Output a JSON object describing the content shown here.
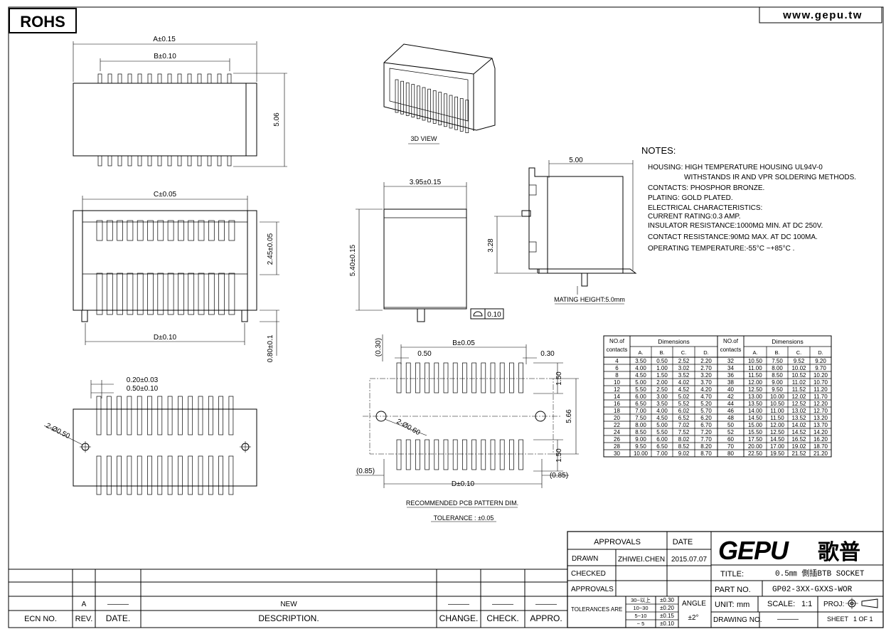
{
  "header": {
    "rohs": "ROHS",
    "website": "www.gepu.tw"
  },
  "drawing": {
    "top_view": {
      "dim_a": "A±0.15",
      "dim_b": "B±0.10",
      "dim_h": "5.06"
    },
    "view_3d_label": "3D VIEW",
    "front_view": {
      "dim_c": "C±0.05",
      "dim_d": "D±0.10",
      "dim_245": "2.45±0.05",
      "dim_080": "0.80±0.1"
    },
    "bottom_view": {
      "dim_020": "0.20±0.03",
      "dim_050": "0.50±0.10",
      "hole": "2-Ø0.50"
    },
    "side_view": {
      "dim_395": "3.95±0.15",
      "dim_540": "5.40±0.15",
      "flatness": "0.10"
    },
    "right_view": {
      "dim_500": "5.00",
      "dim_328": "3.28",
      "mating": "MATING HEIGHT:5.0mm"
    },
    "pcb": {
      "dim_b": "B±0.05",
      "dim_d": "D±0.10",
      "p030a": "(0.30)",
      "p050": "0.50",
      "p030b": "0.30",
      "p150a": "1.50",
      "p566": "5.66",
      "p150b": "1.50",
      "p085a": "(0.85)",
      "p085b": "(0.85)",
      "hole": "2-Ø0.60",
      "title": "RECOMMENDED PCB PATTERN DIM.",
      "tolerance": "TOLERANCE : ±0.05"
    }
  },
  "notes": {
    "title": "NOTES:",
    "lines": [
      "HOUSING: HIGH TEMPERATURE HOUSING UL94V-0",
      "WITHSTANDS IR AND VPR SOLDERING METHODS.",
      "CONTACTS: PHOSPHOR BRONZE.",
      "PLATING: GOLD PLATED.",
      "ELECTRICAL CHARACTERISTICS:",
      "CURRENT RATING:0.3 AMP.",
      "INSULATOR RESISTANCE:1000MΩ MIN. AT DC 250V.",
      "CONTACT RESISTANCE:90MΩ MAX. AT DC 100MA.",
      "OPERATING TEMPERATURE:-55°C ~+85°C ."
    ]
  },
  "dims_table": {
    "h_contacts": "NO.of contacts",
    "h_dimensions": "Dimensions",
    "cols": [
      "A.",
      "B.",
      "C.",
      "D."
    ],
    "left": [
      [
        "4",
        "3.50",
        "0.50",
        "2.52",
        "2.20"
      ],
      [
        "6",
        "4.00",
        "1.00",
        "3.02",
        "2.70"
      ],
      [
        "8",
        "4.50",
        "1.50",
        "3.52",
        "3.20"
      ],
      [
        "10",
        "5.00",
        "2.00",
        "4.02",
        "3.70"
      ],
      [
        "12",
        "5.50",
        "2.50",
        "4.52",
        "4.20"
      ],
      [
        "14",
        "6.00",
        "3.00",
        "5.02",
        "4.70"
      ],
      [
        "16",
        "6.50",
        "3.50",
        "5.52",
        "5.20"
      ],
      [
        "18",
        "7.00",
        "4.00",
        "6.02",
        "5.70"
      ],
      [
        "20",
        "7.50",
        "4.50",
        "6.52",
        "6.20"
      ],
      [
        "22",
        "8.00",
        "5.00",
        "7.02",
        "6.70"
      ],
      [
        "24",
        "8.50",
        "5.50",
        "7.52",
        "7.20"
      ],
      [
        "26",
        "9.00",
        "6.00",
        "8.02",
        "7.70"
      ],
      [
        "28",
        "9.50",
        "6.50",
        "8.52",
        "8.20"
      ],
      [
        "30",
        "10.00",
        "7.00",
        "9.02",
        "8.70"
      ]
    ],
    "right": [
      [
        "32",
        "10.50",
        "7.50",
        "9.52",
        "9.20"
      ],
      [
        "34",
        "11.00",
        "8.00",
        "10.02",
        "9.70"
      ],
      [
        "36",
        "11.50",
        "8.50",
        "10.52",
        "10.20"
      ],
      [
        "38",
        "12.00",
        "9.00",
        "11.02",
        "10.70"
      ],
      [
        "40",
        "12.50",
        "9.50",
        "11.52",
        "11.20"
      ],
      [
        "42",
        "13.00",
        "10.00",
        "12.02",
        "11.70"
      ],
      [
        "44",
        "13.50",
        "10.50",
        "12.52",
        "12.20"
      ],
      [
        "46",
        "14.00",
        "11.00",
        "13.02",
        "12.70"
      ],
      [
        "48",
        "14.50",
        "11.50",
        "13.52",
        "13.20"
      ],
      [
        "50",
        "15.00",
        "12.00",
        "14.02",
        "13.70"
      ],
      [
        "52",
        "15.50",
        "12.50",
        "14.52",
        "14.20"
      ],
      [
        "60",
        "17.50",
        "14.50",
        "16.52",
        "16.20"
      ],
      [
        "70",
        "20.00",
        "17.00",
        "19.02",
        "18.70"
      ],
      [
        "80",
        "22.50",
        "19.50",
        "21.52",
        "21.20"
      ]
    ]
  },
  "revision_block": {
    "row_rev": "A",
    "row_date": "———",
    "row_desc": "NEW",
    "row_change": "———",
    "row_check": "———",
    "row_appro": "———",
    "h_ecn": "ECN NO.",
    "h_rev": "REV.",
    "h_date": "DATE.",
    "h_desc": "DESCRIPTION.",
    "h_change": "CHANGE.",
    "h_check": "CHECK.",
    "h_appro": "APPRO."
  },
  "title_block": {
    "approvals_h": "APPROVALS",
    "date_h": "DATE",
    "drawn": "DRAWN",
    "drawn_by": "ZHIWEI.CHEN",
    "drawn_date": "2015.07.07",
    "checked": "CHECKED",
    "approvals": "APPROVALS",
    "tolerances": "TOLERANCES ARE",
    "tol_rows": [
      [
        "30~以上",
        "±0.30"
      ],
      [
        "10~30",
        "±0.20"
      ],
      [
        "5~10",
        "±0.15"
      ],
      [
        "~ 5",
        "±0.10"
      ]
    ],
    "angle": "ANGLE",
    "angle_val": "±2°",
    "logo_text": "GEPU",
    "logo_cn": "歌普",
    "title_l": "TITLE:",
    "title_v": "0.5㎜ 側插BTB SOCKET",
    "part_l": "PART NO.",
    "part_v": "GP02-3XX-GXXS-WOR",
    "unit_l": "UNIT:",
    "unit_v": "mm",
    "scale_l": "SCALE:",
    "scale_v": "1:1",
    "proj_l": "PROJ:",
    "drawing_no_l": "DRAWING NO.",
    "drawing_no_v": "———",
    "sheet_l": "SHEET",
    "sheet_v": "1 OF 1"
  }
}
